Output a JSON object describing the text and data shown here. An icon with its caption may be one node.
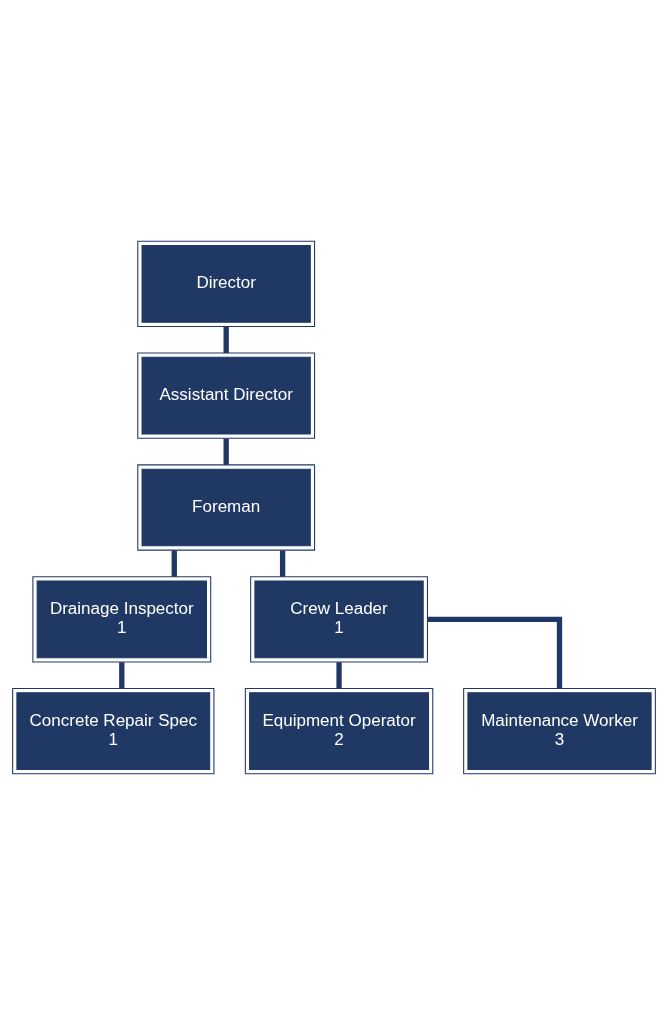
{
  "diagram": {
    "nodes": [
      {
        "text": [
          "Director"
        ]
      },
      {
        "text": [
          "Assistant Director"
        ]
      },
      {
        "text": [
          "Foreman"
        ]
      },
      {
        "text": [
          "Drainage Inspector",
          "1"
        ]
      },
      {
        "text": [
          "Concrete Repair Spec",
          "1"
        ]
      },
      {
        "text": [
          "Crew Leader",
          "1"
        ]
      },
      {
        "text": [
          "Equipment Operator",
          "2"
        ]
      },
      {
        "text": [
          "Maintenance Worker",
          "3"
        ]
      }
    ],
    "edges": [
      {
        "from": 0,
        "to": 1,
        "arrow": "none"
      },
      {
        "from": 1,
        "to": 2,
        "arrow": "none"
      },
      {
        "from": 2,
        "to": 3,
        "arrow": "none"
      },
      {
        "from": 2,
        "to": 5,
        "arrow": "none"
      },
      {
        "from": 3,
        "to": 4,
        "arrow": "none"
      },
      {
        "from": 5,
        "to": 6,
        "arrow": "none"
      },
      {
        "from": 5,
        "to": 7,
        "arrow": "none"
      }
    ]
  }
}
